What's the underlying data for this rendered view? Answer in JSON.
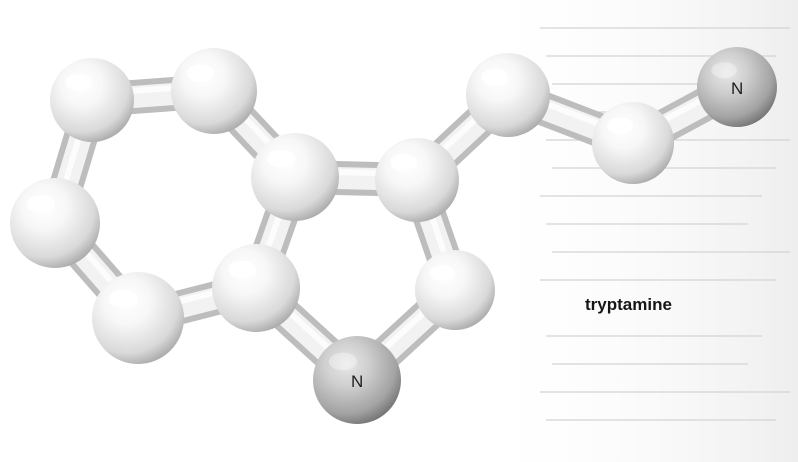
{
  "molecule": {
    "name": "tryptamine",
    "atoms": [
      {
        "id": "c1",
        "element": "C",
        "label": ""
      },
      {
        "id": "c2",
        "element": "C",
        "label": ""
      },
      {
        "id": "c3",
        "element": "C",
        "label": ""
      },
      {
        "id": "c4",
        "element": "C",
        "label": ""
      },
      {
        "id": "c5",
        "element": "C",
        "label": ""
      },
      {
        "id": "c6",
        "element": "C",
        "label": ""
      },
      {
        "id": "c7",
        "element": "C",
        "label": ""
      },
      {
        "id": "c8",
        "element": "C",
        "label": ""
      },
      {
        "id": "c9",
        "element": "C",
        "label": ""
      },
      {
        "id": "n1",
        "element": "N",
        "label": "N"
      },
      {
        "id": "c10",
        "element": "C",
        "label": ""
      },
      {
        "id": "c11",
        "element": "C",
        "label": ""
      },
      {
        "id": "n2",
        "element": "N",
        "label": "N"
      }
    ],
    "bonds": [
      [
        "c1",
        "c2"
      ],
      [
        "c2",
        "c3"
      ],
      [
        "c3",
        "c4"
      ],
      [
        "c4",
        "c5"
      ],
      [
        "c5",
        "c6"
      ],
      [
        "c6",
        "c1"
      ],
      [
        "c3",
        "c7"
      ],
      [
        "c7",
        "c8"
      ],
      [
        "c8",
        "n1"
      ],
      [
        "n1",
        "c4"
      ],
      [
        "c7",
        "c10"
      ],
      [
        "c10",
        "c11"
      ],
      [
        "c11",
        "n2"
      ]
    ]
  },
  "colors": {
    "carbon_light": "#f7f7f7",
    "carbon_mid": "#d9d9d9",
    "carbon_dark": "#a9a9a9",
    "nitrogen_light": "#cfcfcf",
    "nitrogen_mid": "#a3a3a3",
    "nitrogen_dark": "#737373",
    "bond_light": "#f2f2f2",
    "bond_dark": "#bdbdbd"
  }
}
